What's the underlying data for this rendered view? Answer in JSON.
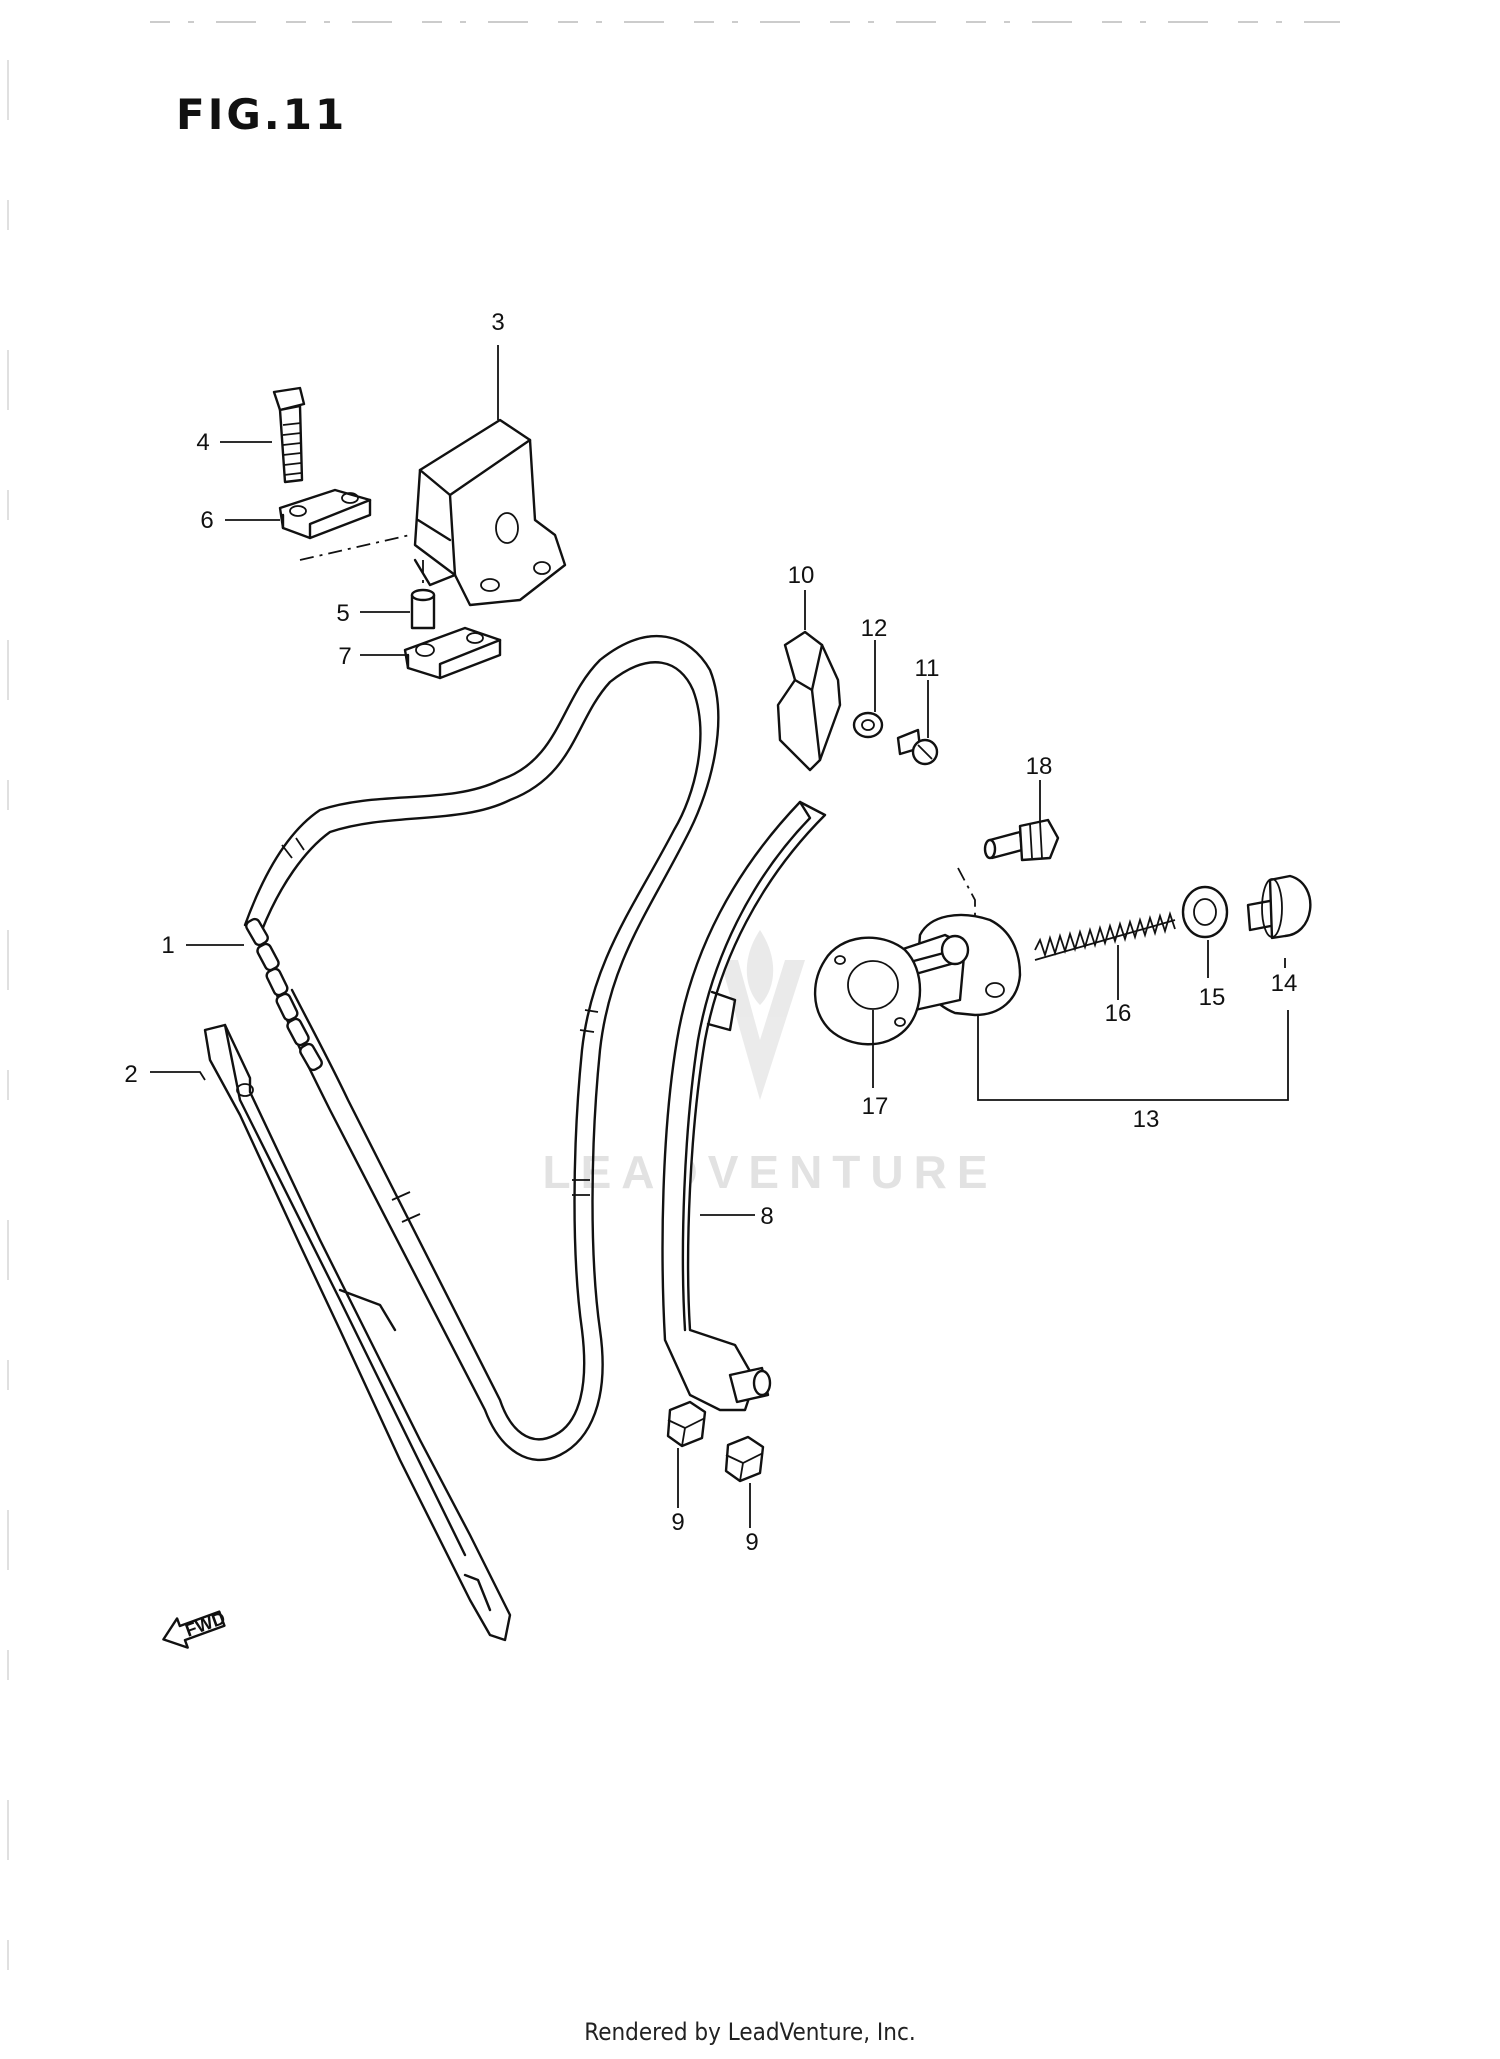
{
  "figure": {
    "title": "FIG.11",
    "footer": "Rendered by LeadVenture, Inc.",
    "watermark": "LEADVENTURE",
    "fwd_marker": "FWD"
  },
  "callouts": [
    {
      "id": "1",
      "part": "cam-chain"
    },
    {
      "id": "2",
      "part": "chain-guide-front"
    },
    {
      "id": "3",
      "part": "chain-guide-upper"
    },
    {
      "id": "4",
      "part": "bolt"
    },
    {
      "id": "5",
      "part": "dowel-pin"
    },
    {
      "id": "6",
      "part": "plate-upper"
    },
    {
      "id": "7",
      "part": "plate-lower"
    },
    {
      "id": "8",
      "part": "tensioner-rear"
    },
    {
      "id": "9",
      "part": "cushion-a"
    },
    {
      "id": "9",
      "part": "cushion-b"
    },
    {
      "id": "10",
      "part": "guide-no2"
    },
    {
      "id": "11",
      "part": "screw"
    },
    {
      "id": "12",
      "part": "washer"
    },
    {
      "id": "13",
      "part": "tensioner-assy"
    },
    {
      "id": "14",
      "part": "cap"
    },
    {
      "id": "15",
      "part": "gasket"
    },
    {
      "id": "16",
      "part": "spring"
    },
    {
      "id": "17",
      "part": "gasket-tensioner"
    },
    {
      "id": "18",
      "part": "bolt-tensioner"
    }
  ],
  "colors": {
    "line": "#111111",
    "watermark": "#d9d9d9",
    "background": "#ffffff"
  }
}
